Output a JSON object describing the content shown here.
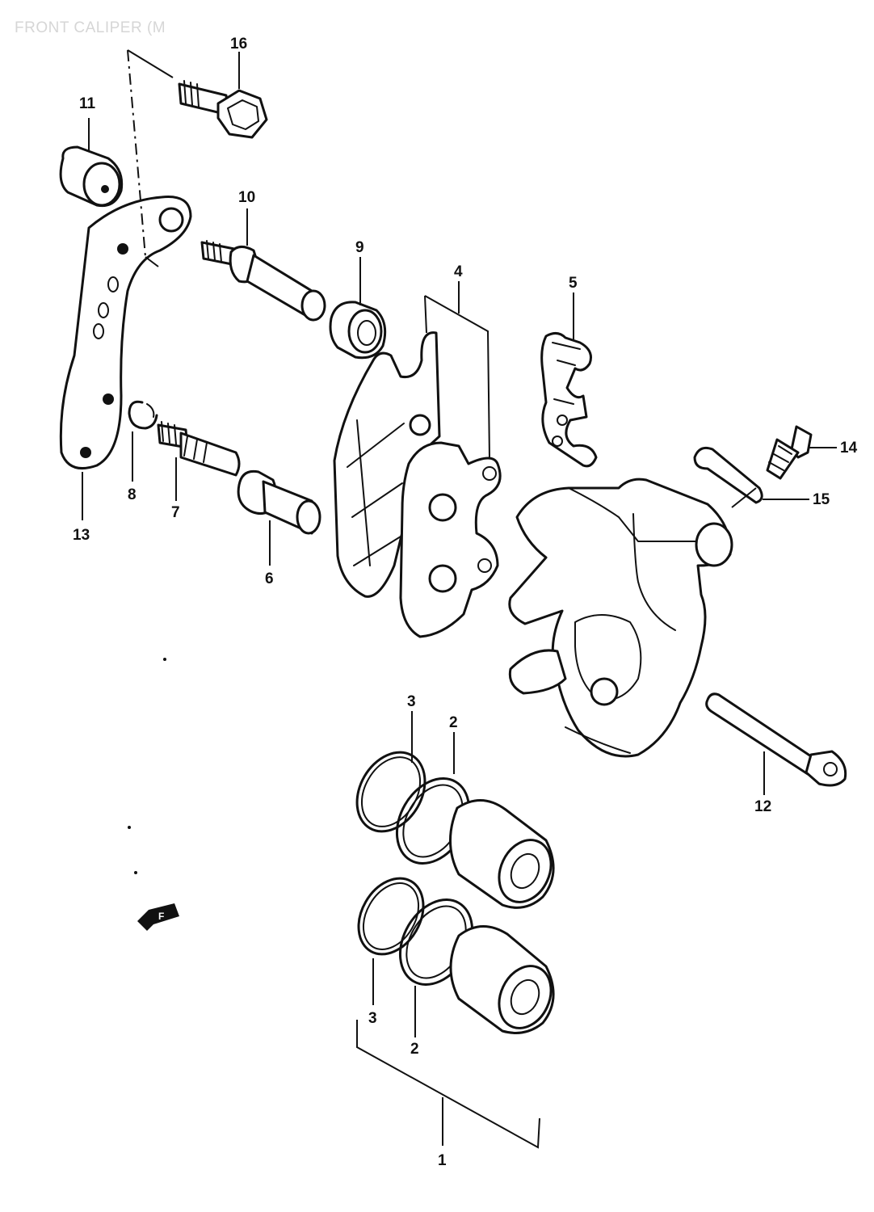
{
  "title": "FRONT CALIPER (M",
  "callouts": {
    "c1": "1",
    "c2a": "2",
    "c2b": "2",
    "c3a": "3",
    "c3b": "3",
    "c4": "4",
    "c5": "5",
    "c6": "6",
    "c7": "7",
    "c8": "8",
    "c9": "9",
    "c10": "10",
    "c11": "11",
    "c12": "12",
    "c13": "13",
    "c14": "14",
    "c15": "15",
    "c16": "16"
  },
  "front_arrow_label": "F"
}
